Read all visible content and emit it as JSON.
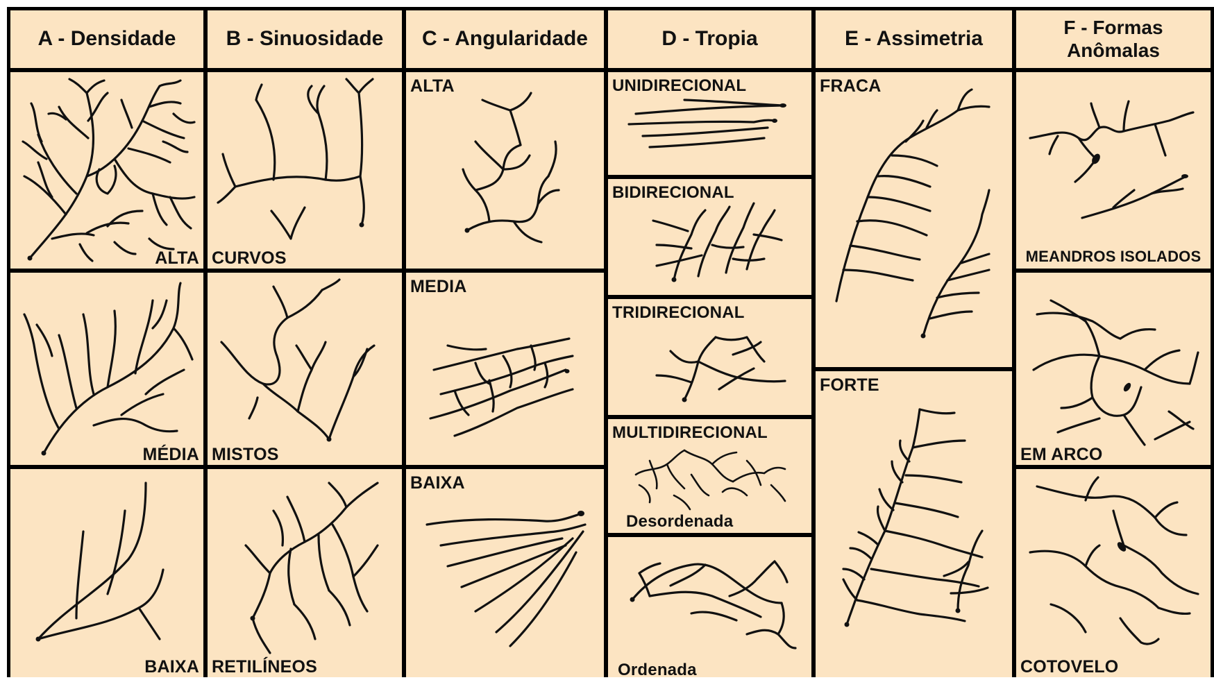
{
  "columns": [
    {
      "id": "A",
      "title": "A - Densidade"
    },
    {
      "id": "B",
      "title": "B - Sinuosidade"
    },
    {
      "id": "C",
      "title": "C - Angularidade"
    },
    {
      "id": "D",
      "title": "D - Tropia"
    },
    {
      "id": "E",
      "title": "E - Assimetria"
    },
    {
      "id": "F",
      "title_line1": "F - Formas",
      "title_line2": "Anômalas"
    }
  ],
  "densidade": {
    "alta": "ALTA",
    "media": "MÉDIA",
    "baixa": "BAIXA"
  },
  "sinuosidade": {
    "curvos": "CURVOS",
    "mistos": "MISTOS",
    "retilineos": "RETILÍNEOS"
  },
  "angularidade": {
    "alta": "ALTA",
    "media": "MEDIA",
    "baixa": "BAIXA"
  },
  "tropia": {
    "unidirecional": "UNIDIRECIONAL",
    "bidirecional": "BIDIRECIONAL",
    "tridirecional": "TRIDIRECIONAL",
    "multidirecional": "MULTIDIRECIONAL",
    "desordenada": "Desordenada",
    "ordenada": "Ordenada"
  },
  "assimetria": {
    "fraca": "FRACA",
    "forte": "FORTE"
  },
  "formas_anomalas": {
    "meandros_isolados": "MEANDROS ISOLADOS",
    "em_arco": "EM ARCO",
    "cotovelo": "COTOVELO"
  },
  "colors": {
    "panel": "#fce4c2",
    "border": "#000000",
    "stroke": "#111111"
  }
}
